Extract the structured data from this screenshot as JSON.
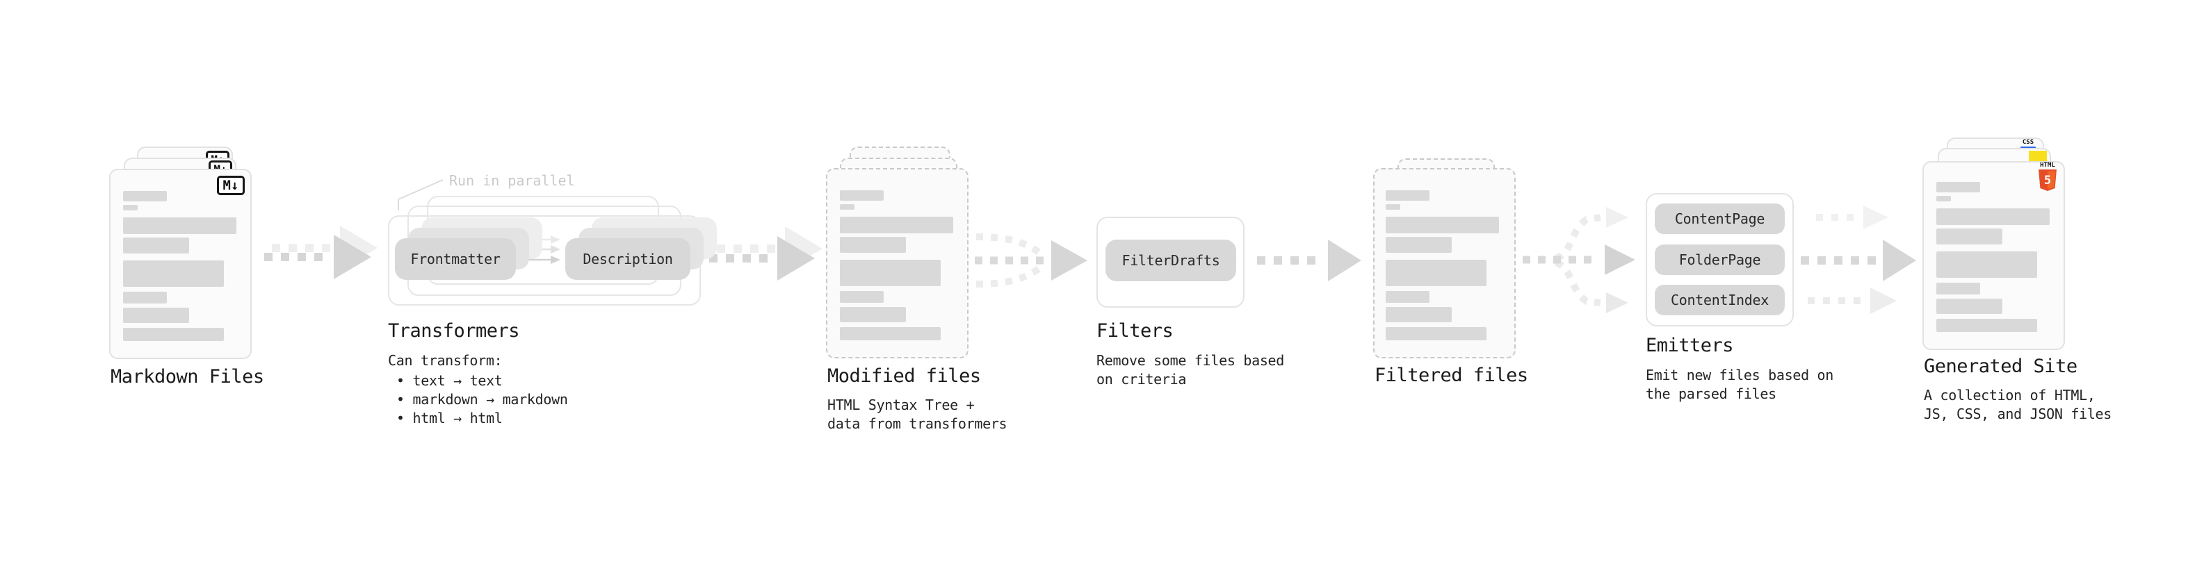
{
  "stages": {
    "markdown": {
      "label": "Markdown Files",
      "badge": "M↓"
    },
    "transformers": {
      "title": "Transformers",
      "note": "Run in parallel",
      "pill_left": "Frontmatter",
      "pill_right": "Description",
      "desc": [
        "Can transform:",
        "• text → text",
        "• markdown → markdown",
        "• html → html"
      ]
    },
    "modified": {
      "label": "Modified files",
      "desc": [
        "HTML Syntax Tree +",
        "data from transformers"
      ]
    },
    "filters": {
      "title": "Filters",
      "pill": "FilterDrafts",
      "desc": [
        "Remove some files based",
        "on criteria"
      ]
    },
    "filtered": {
      "label": "Filtered files"
    },
    "emitters": {
      "title": "Emitters",
      "pills": [
        "ContentPage",
        "FolderPage",
        "ContentIndex"
      ],
      "desc": [
        "Emit new files based on",
        "the parsed files"
      ]
    },
    "generated": {
      "label": "Generated Site",
      "badge_css": "CSS",
      "badge_html_text": "HTML",
      "badge_html_number": "5",
      "desc": [
        "A collection of HTML,",
        "JS, CSS, and JSON files"
      ]
    }
  },
  "colors": {
    "html5_orange": "#e44d26",
    "html5_orange_light": "#f16529",
    "js_yellow": "#f7df1e",
    "css_blue": "#2e6bf0",
    "bar_gray": "#d9d9d9",
    "pill_gray": "#d8d8d8",
    "arrow_gray": "#d6d6d6",
    "arrow_light": "#ececec",
    "card_border": "#e2e2e2",
    "dashed_border": "#c9c9c9",
    "note_gray": "#c9c9c9",
    "text": "#1c1c1c"
  }
}
